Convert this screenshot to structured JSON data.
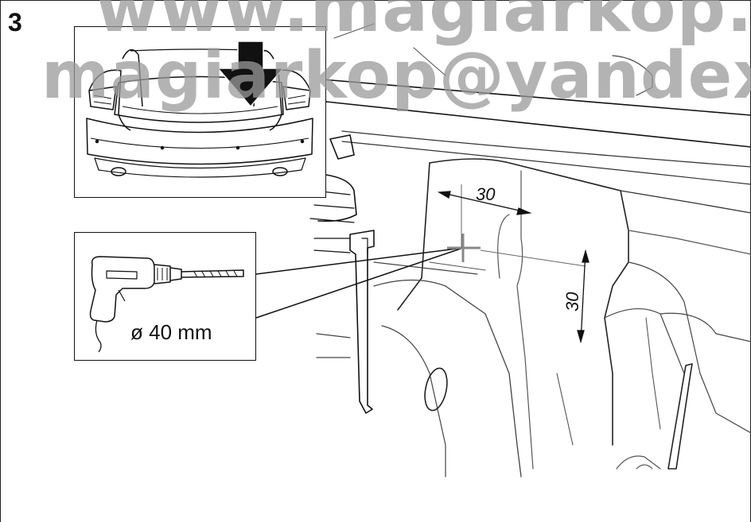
{
  "step_number": "3",
  "watermark": {
    "line1": "www.magiarkop.ru",
    "line2": "magiarkop@yandex.ru"
  },
  "drill": {
    "diameter_label": "ø 40 mm"
  },
  "dimensions": {
    "horizontal": "30",
    "vertical": "30"
  },
  "colors": {
    "line": "#111111",
    "thin_line": "#666666",
    "watermark": "#9a9a9a"
  }
}
